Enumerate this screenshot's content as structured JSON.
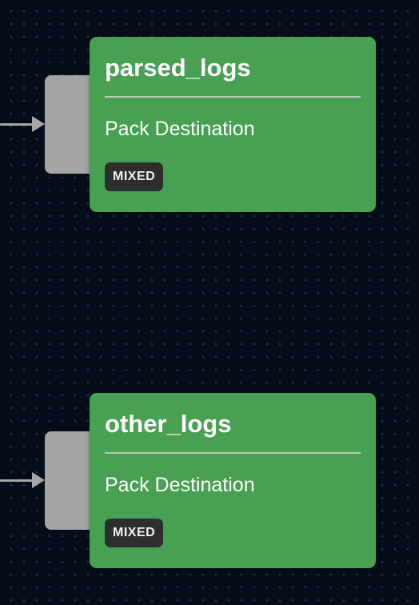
{
  "canvas": {
    "background_color": "#060d1a",
    "dot_color": "#1d3550"
  },
  "nodes": [
    {
      "title": "parsed_logs",
      "subtitle": "Pack Destination",
      "badge": "MIXED",
      "color": "#48a052"
    },
    {
      "title": "other_logs",
      "subtitle": "Pack Destination",
      "badge": "MIXED",
      "color": "#48a052"
    }
  ],
  "edges": [
    {
      "target": "parsed_logs",
      "arrow_icon": "arrow-right-icon",
      "color": "#a6a6a6"
    },
    {
      "target": "other_logs",
      "arrow_icon": "arrow-right-icon",
      "color": "#a6a6a6"
    }
  ],
  "ports": [
    {
      "node": "parsed_logs",
      "color": "#a4a4a4"
    },
    {
      "node": "other_logs",
      "color": "#a4a4a4"
    }
  ]
}
